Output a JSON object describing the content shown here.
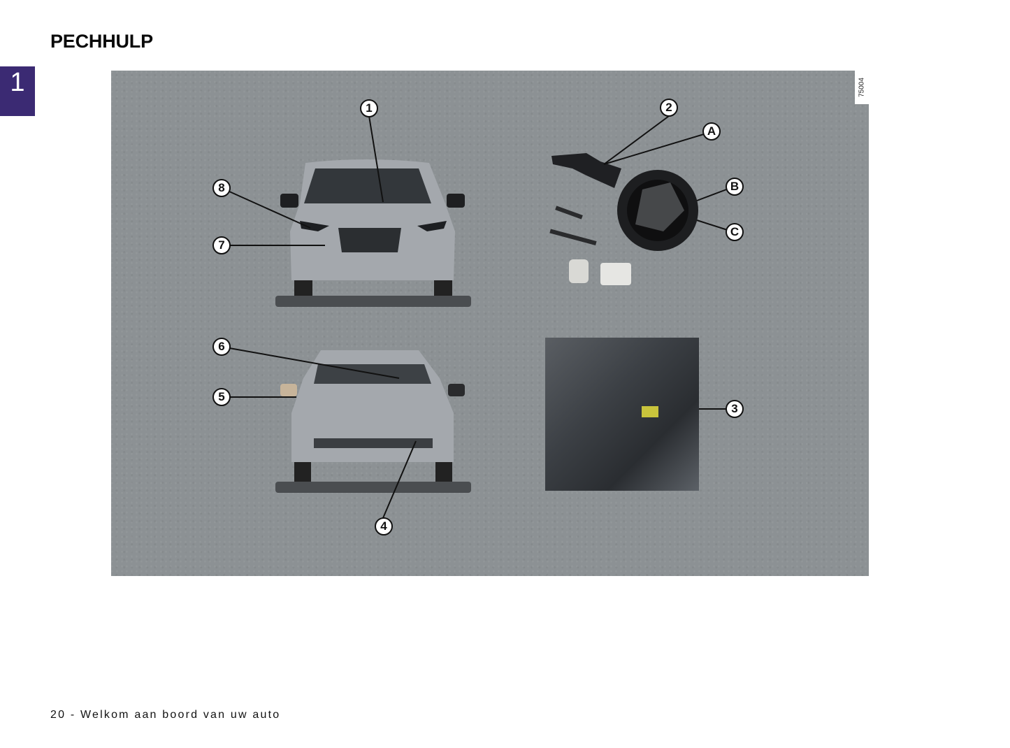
{
  "page": {
    "title": "PECHHULP",
    "chapter_number": "1",
    "chapter_color": "#3b2a73",
    "footer": "20 - Welkom aan boord van uw auto"
  },
  "figure": {
    "reference_number": "75004",
    "background_color": "#8c9194",
    "panels": [
      {
        "name": "car-front-view",
        "callouts": [
          "1",
          "8",
          "7"
        ]
      },
      {
        "name": "spare-wheel-and-tools",
        "callouts": [
          "2",
          "A",
          "B",
          "C"
        ]
      },
      {
        "name": "car-rear-view",
        "callouts": [
          "6",
          "5",
          "4"
        ]
      },
      {
        "name": "driver-door-interior",
        "callouts": [
          "3"
        ]
      }
    ],
    "callouts": {
      "c1": "1",
      "c2": "2",
      "c3": "3",
      "c4": "4",
      "c5": "5",
      "c6": "6",
      "c7": "7",
      "c8": "8",
      "cA": "A",
      "cB": "B",
      "cC": "C"
    }
  }
}
